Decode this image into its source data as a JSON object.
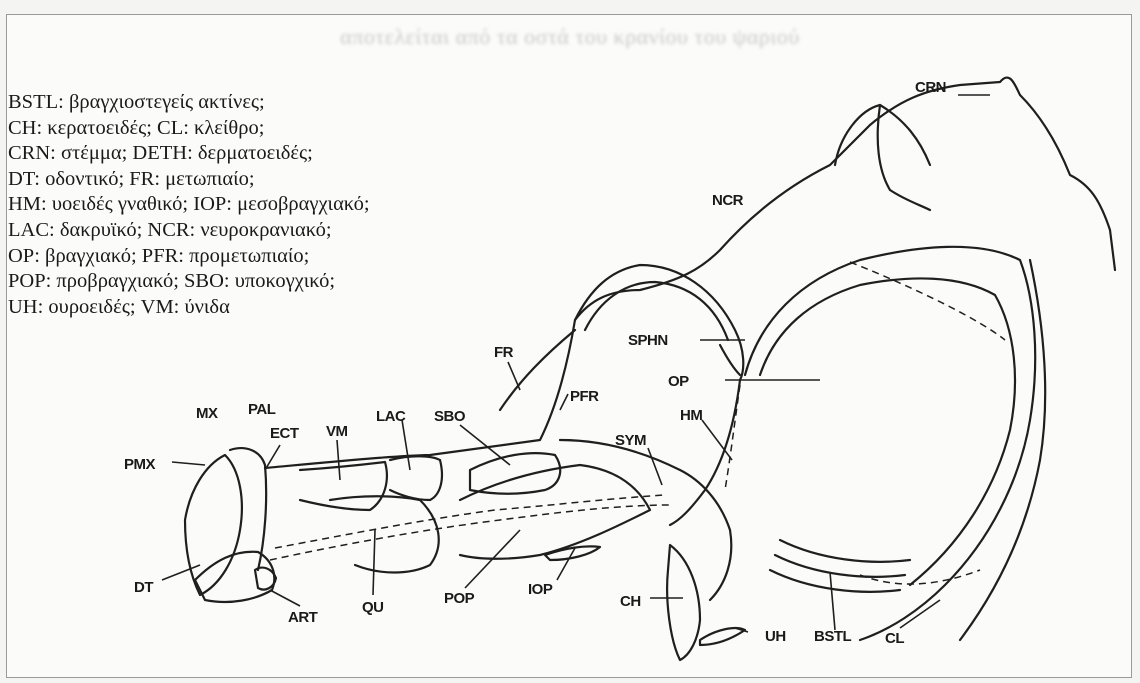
{
  "header_text": "αποτελείται από τα οστά του κρανίου του ψαριού",
  "legend": [
    "BSTL: βραγχιοστεγείς ακτίνες;",
    "CH: κερατοειδές; CL: κλείθρο;",
    "CRN: στέμμα; DETH: δερματοειδές;",
    "DT: οδοντικό; FR: μετωπιαίο;",
    "HM: υοειδές γναθικό; IOP: μεσοβραγχιακό;",
    "LAC: δακρυϊκό; NCR: νευροκρανιακό;",
    "OP: βραγχιακό; PFR: προμετωπιαίο;",
    "POP: προβραγχιακό; SBO: υποκογχικό;",
    "UH: ουροειδές; VM: ύνιδα"
  ],
  "labels": {
    "crn": "CRN",
    "ncr": "NCR",
    "fr": "FR",
    "pfr": "PFR",
    "sphn": "SPHN",
    "op": "OP",
    "hm": "HM",
    "sym": "SYM",
    "sbo": "SBO",
    "lac": "LAC",
    "vm": "VM",
    "ect": "ECT",
    "pal": "PAL",
    "mx": "MX",
    "pmx": "PMX",
    "dt": "DT",
    "art": "ART",
    "qu": "QU",
    "pop": "POP",
    "iop": "IOP",
    "ch": "CH",
    "uh": "UH",
    "bstl": "BSTL",
    "cl": "CL"
  }
}
